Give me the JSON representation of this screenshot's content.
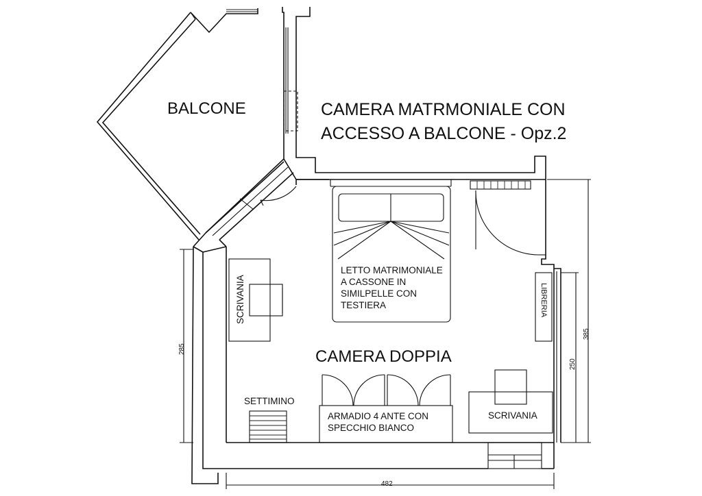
{
  "rooms": {
    "balcony": "BALCONE",
    "main": "CAMERA DOPPIA"
  },
  "title": {
    "line1": "CAMERA MATRMONIALE CON",
    "line2": "ACCESSO A BALCONE - Opz.2"
  },
  "furniture": {
    "bed": [
      "LETTO MATRIMONIALE",
      "A CASSONE IN",
      "SIMILPELLE CON",
      "TESTIERA"
    ],
    "desk_left": "SCRIVANIA",
    "dresser": "SETTIMINO",
    "wardrobe": [
      "ARMADIO 4 ANTE CON",
      "SPECCHIO BIANCO"
    ],
    "desk_right": "SCRIVANIA",
    "bookcase": "LIBRERIA"
  },
  "dimensions": {
    "left": "285",
    "right_outer": "385",
    "right_inner": "250",
    "bottom": "482"
  }
}
